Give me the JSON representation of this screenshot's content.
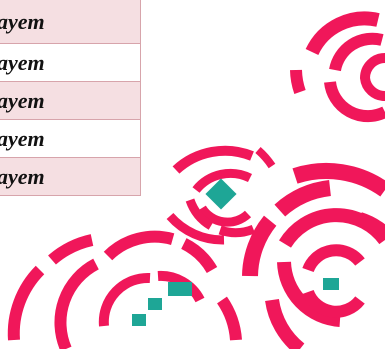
{
  "table": {
    "rows": [
      {
        "text": "ayem",
        "shade": "pink"
      },
      {
        "text": "ayem",
        "shade": "white"
      },
      {
        "text": "ayem",
        "shade": "pink"
      },
      {
        "text": "ayem",
        "shade": "white"
      },
      {
        "text": "ayem",
        "shade": "pink"
      }
    ]
  },
  "decor": {
    "arc_color": "#f0175a",
    "accent_color": "#1ea696"
  }
}
